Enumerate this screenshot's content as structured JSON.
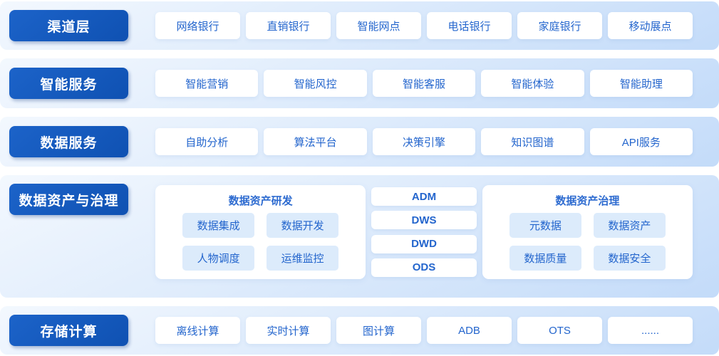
{
  "colors": {
    "band_gradient_start": "#f3f8fe",
    "band_gradient_end": "#c3dbf9",
    "label_button_blue": "#1257b8",
    "card_text_blue": "#2365cd",
    "subcard_bg": "#dcebfb",
    "card_bg": "#ffffff"
  },
  "layers": [
    {
      "id": "channel",
      "label": "渠道层",
      "cards": [
        "网络银行",
        "直销银行",
        "智能网点",
        "电话银行",
        "家庭银行",
        "移动展点"
      ]
    },
    {
      "id": "intelligent-services",
      "label": "智能服务",
      "cards": [
        "智能营销",
        "智能风控",
        "智能客服",
        "智能体验",
        "智能助理"
      ]
    },
    {
      "id": "data-services",
      "label": "数据服务",
      "cards": [
        "自助分析",
        "算法平台",
        "决策引擎",
        "知识图谱",
        "API服务"
      ]
    },
    {
      "id": "data-assets-governance",
      "label": "数据资产与治理",
      "dev_panel": {
        "title": "数据资产研发",
        "items": [
          "数据集成",
          "数据开发",
          "人物调度",
          "运维监控"
        ]
      },
      "warehouse_stack": [
        "ADM",
        "DWS",
        "DWD",
        "ODS"
      ],
      "governance_panel": {
        "title": "数据资产治理",
        "items": [
          "元数据",
          "数据资产",
          "数据质量",
          "数据安全"
        ]
      }
    },
    {
      "id": "storage-compute",
      "label": "存储计算",
      "cards": [
        "离线计算",
        "实时计算",
        "图计算",
        "ADB",
        "OTS",
        "......"
      ]
    }
  ]
}
